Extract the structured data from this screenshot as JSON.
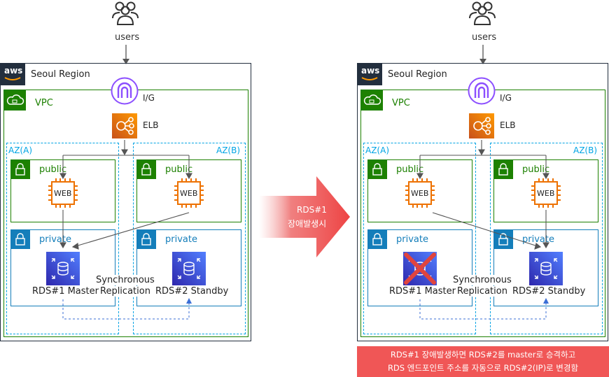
{
  "colors": {
    "aws_dark": "#232f3e",
    "vpc_green": "#1d8102",
    "az_blue": "#00a4e4",
    "private_blue": "#147eba",
    "ec2_orange": "#ed7100",
    "rds_blue": "#3334b9",
    "igw_purple": "#8c4fff",
    "failure_red": "#f05656",
    "x_red": "#e0443e"
  },
  "left": {
    "users_label": "users",
    "region_label": "Seoul Region",
    "igw_label": "I/G",
    "vpc_label": "VPC",
    "elb_label": "ELB",
    "az_a_label": "AZ(A)",
    "az_b_label": "AZ(B)",
    "public_a_label": "public",
    "public_b_label": "public",
    "web_a_label": "WEB",
    "web_b_label": "WEB",
    "private_a_label": "private",
    "private_b_label": "private",
    "rds_master_label": "RDS#1 Master",
    "rds_standby_label": "RDS#2 Standby",
    "sync_line1": "Synchronous",
    "sync_line2": "Replication"
  },
  "arrow": {
    "line1": "RDS#1",
    "line2": "장애발생시"
  },
  "right": {
    "users_label": "users",
    "region_label": "Seoul Region",
    "igw_label": "I/G",
    "vpc_label": "VPC",
    "elb_label": "ELB",
    "az_a_label": "AZ(A)",
    "az_b_label": "AZ(B)",
    "public_a_label": "public",
    "public_b_label": "public",
    "web_a_label": "WEB",
    "web_b_label": "WEB",
    "private_a_label": "private",
    "private_b_label": "private",
    "rds_master_label": "RDS#1 Master",
    "rds_standby_label": "RDS#2 Standby",
    "sync_line1": "Synchronous",
    "sync_line2": "Replication"
  },
  "note": {
    "line1": "RDS#1 장애발생하면 RDS#2를 master로 승격하고",
    "line2": "RDS 엔드포인트 주소를 자동으로 RDS#2(IP)로 변경함"
  },
  "icons": {
    "users": "users-icon",
    "aws": "aws-logo",
    "igw": "internet-gateway-icon",
    "elb": "elastic-load-balancer-icon",
    "ec2": "ec2-instance-icon",
    "rds": "rds-database-icon",
    "lock": "lock-icon",
    "cloud": "vpc-cloud-icon",
    "failure": "failure-x-icon"
  }
}
